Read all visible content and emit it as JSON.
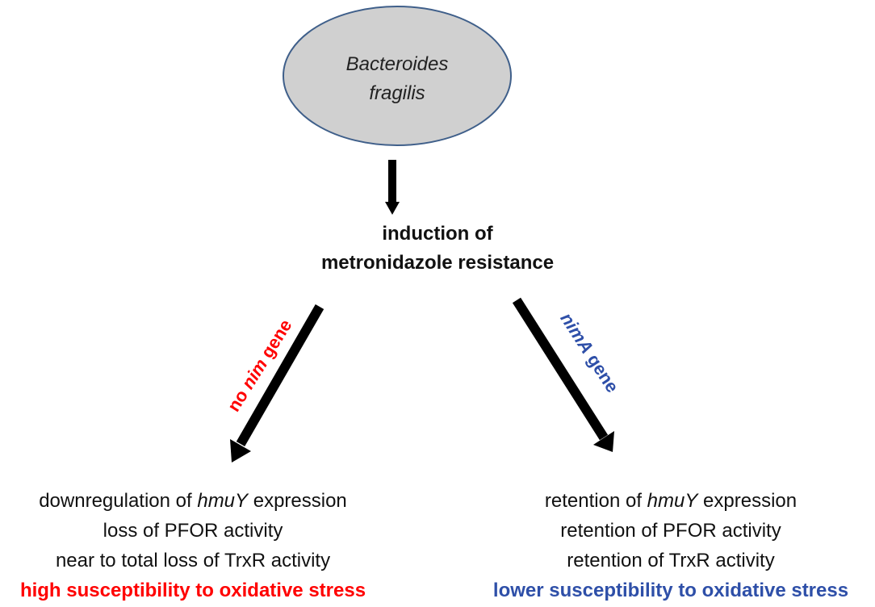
{
  "ellipse": {
    "line1": "Bacteroides",
    "line2": "fragilis",
    "fill": "#d0d0d0"
  },
  "center": {
    "line1": "induction of",
    "line2": "metronidazole resistance"
  },
  "left_branch": {
    "label_prefix": "no ",
    "label_italic": "nim",
    "label_suffix": " gene",
    "color": "#ff0000",
    "lines": [
      {
        "prefix": "downregulation of ",
        "italic": "hmuY",
        "suffix": " expression"
      },
      {
        "text": "loss of PFOR activity"
      },
      {
        "text": "near to total loss of TrxR activity"
      }
    ],
    "outcome": "high susceptibility to oxidative stress"
  },
  "right_branch": {
    "label_italic": "nimA",
    "label_suffix": " gene",
    "color": "#2e4fa8",
    "lines": [
      {
        "prefix": "retention of ",
        "italic": "hmuY",
        "suffix": " expression"
      },
      {
        "text": "retention of PFOR activity"
      },
      {
        "text": "retention of TrxR activity"
      }
    ],
    "outcome": "lower susceptibility to oxidative stress"
  }
}
